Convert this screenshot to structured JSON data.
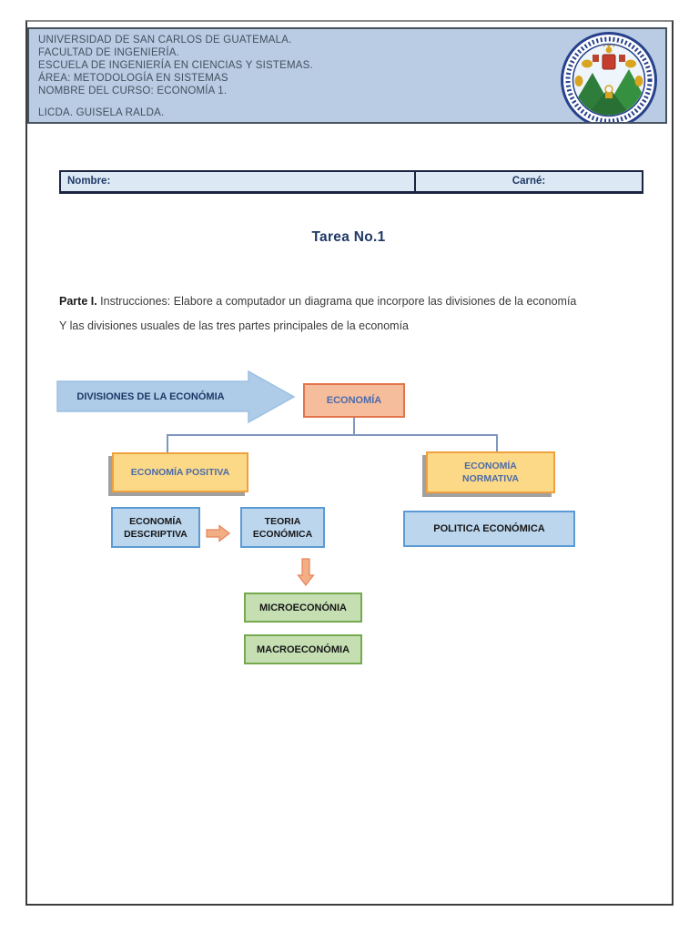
{
  "header": {
    "lines": [
      "UNIVERSIDAD DE SAN CARLOS DE GUATEMALA.",
      "FACULTAD DE INGENIERÍA.",
      "ESCUELA DE INGENIERÍA EN CIENCIAS Y SISTEMAS.",
      "ÁREA: METODOLOGÍA EN SISTEMAS",
      "NOMBRE DEL CURSO: ECONOMÍA 1.",
      "LICDA. GUISELA RALDA."
    ],
    "emblem": "universidad-de-san-carlos-seal"
  },
  "form": {
    "nombre_label": "Nombre:",
    "carne_label": "Carné:"
  },
  "title": "Tarea No.1",
  "instructions": {
    "part_bold": "Parte I.",
    "line1_rest": " Instrucciones: Elabore a computador un diagrama que incorpore las divisiones de la economía",
    "line2": "Y las divisiones usuales de las tres partes principales de la economía"
  },
  "diagram": {
    "arrow_label": "DIVISIONES DE LA ECONÓMIA",
    "root": "ECONOMÍA",
    "positiva": "ECONOMÍA POSITIVA",
    "normativa_line1": "ECONOMÍA",
    "normativa_line2": "NORMATIVA",
    "descriptiva_line1": "ECONOMÍA",
    "descriptiva_line2": "DESCRIPTIVA",
    "teoria_line1": "TEORIA",
    "teoria_line2": "ECONÓMICA",
    "politica": "POLITICA ECONÓMICA",
    "micro": "MICROECONÓNIA",
    "macro": "MACROECONÓMIA",
    "colors": {
      "root_fill": "#F6BD9D",
      "root_border": "#E2754B",
      "level1_fill": "#FCD987",
      "level1_border": "#EFA13D",
      "level2_fill": "#BCD6EE",
      "level2_border": "#5B9BD5",
      "level3_fill": "#C5DFB3",
      "level3_border": "#74A94E",
      "big_arrow_fill": "#AECBE8",
      "small_arrow_fill": "#F2AE85",
      "connector": "#7F97BF",
      "heading_text": "#1F3864",
      "node_accent_text": "#4C6BA8",
      "header_fill": "#B9CCE4"
    }
  }
}
